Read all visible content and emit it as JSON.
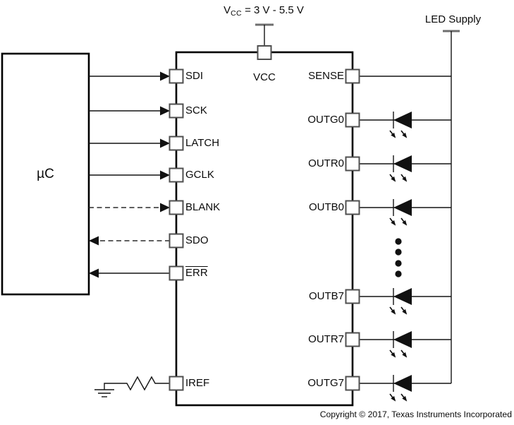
{
  "power": {
    "vcc_symbol": "V",
    "vcc_subscript": "CC",
    "vcc_range": "= 3 V - 5.5 V",
    "led_supply_label": "LED Supply"
  },
  "microcontroller": {
    "label": "µC"
  },
  "chip": {
    "top_pin": "VCC",
    "left_pins": [
      "SDI",
      "SCK",
      "LATCH",
      "GCLK",
      "BLANK",
      "SDO",
      "ERR",
      "IREF"
    ],
    "right_pins": [
      "SENSE",
      "OUTG0",
      "OUTR0",
      "OUTB0",
      "OUTB7",
      "OUTR7",
      "OUTG7"
    ]
  },
  "footer": {
    "copyright": "Copyright © 2017, Texas Instruments Incorporated"
  }
}
